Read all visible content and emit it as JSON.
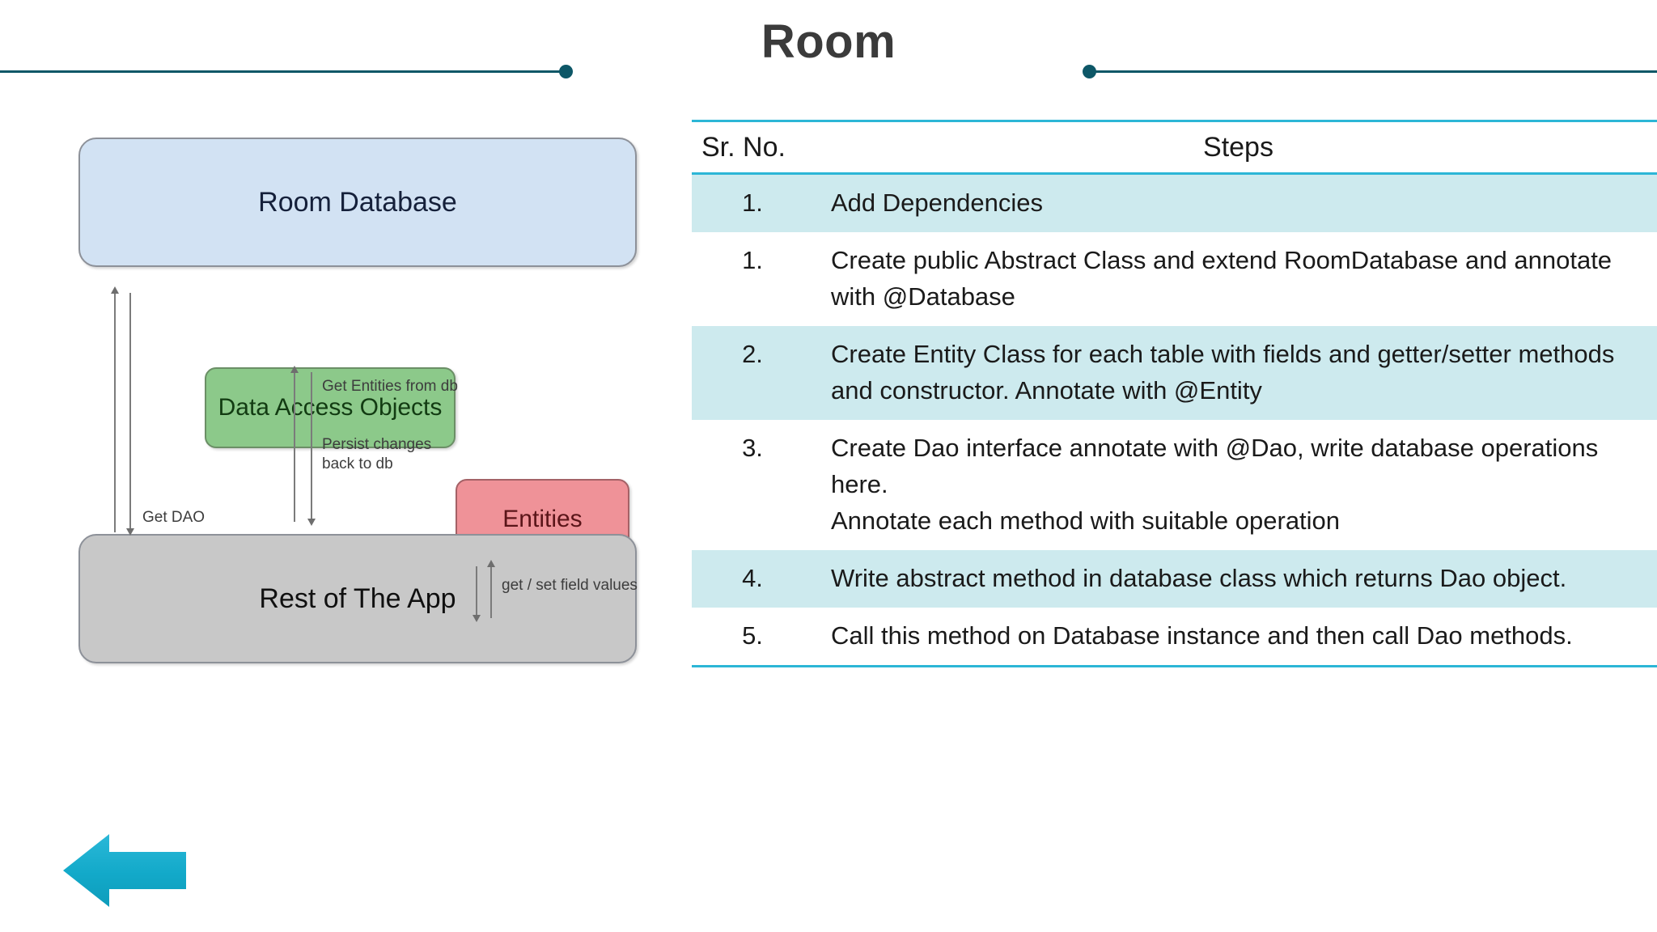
{
  "header": {
    "title": "Room",
    "rule_color": "#0d5767"
  },
  "diagram": {
    "boxes": [
      {
        "id": "room-database",
        "label": "Room Database",
        "fill": "#d2e2f3"
      },
      {
        "id": "data-access-objects",
        "label": "Data Access Objects",
        "fill": "#8cc98a"
      },
      {
        "id": "entities",
        "label": "Entities",
        "fill": "#ef9298"
      },
      {
        "id": "rest-of-the-app",
        "label": "Rest of The App",
        "fill": "#c8c8c8"
      }
    ],
    "labels": {
      "get_dao": "Get DAO",
      "get_entities": "Get Entities from db",
      "persist_changes": "Persist changes\nback to db",
      "get_set_field_values": "get / set field values"
    }
  },
  "back_arrow": {
    "name": "back-arrow",
    "color": "#1badcd"
  },
  "table": {
    "accent_color": "#2cb6d6",
    "shade_color": "#cdeaee",
    "columns": [
      "Sr. No.",
      "Steps"
    ],
    "rows": [
      {
        "sr": "1.",
        "step": "Add Dependencies",
        "shaded": true
      },
      {
        "sr": "1.",
        "step": "Create public Abstract Class and extend RoomDatabase and annotate with @Database",
        "shaded": false
      },
      {
        "sr": "2.",
        "step": "Create Entity Class for each table with fields and getter/setter methods and constructor. Annotate with @Entity",
        "shaded": true
      },
      {
        "sr": "3.",
        "step": "Create Dao interface annotate with @Dao, write database operations here.\nAnnotate each method with suitable operation",
        "shaded": false
      },
      {
        "sr": "4.",
        "step": "Write abstract method  in database class which returns Dao object.",
        "shaded": true
      },
      {
        "sr": "5.",
        "step": "Call this method on Database instance and then call Dao methods.",
        "shaded": false
      }
    ]
  }
}
